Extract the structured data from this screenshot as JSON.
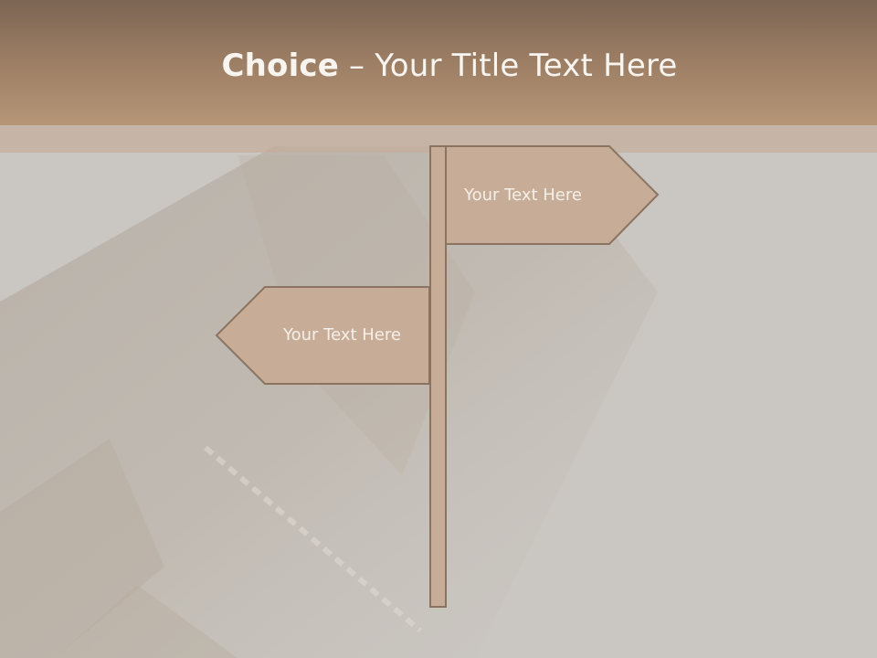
{
  "slide": {
    "title_bold": "Choice",
    "title_dash": " – ",
    "title_rest": "Your Title Text Here"
  },
  "signpost": {
    "right_sign_text": "Your Text Here",
    "left_sign_text": "Your Text Here"
  },
  "colors": {
    "header": "#9a7c63",
    "sign_fill": "#c7ad97",
    "sign_stroke": "#8a7360",
    "background": "#c9c5c0"
  }
}
